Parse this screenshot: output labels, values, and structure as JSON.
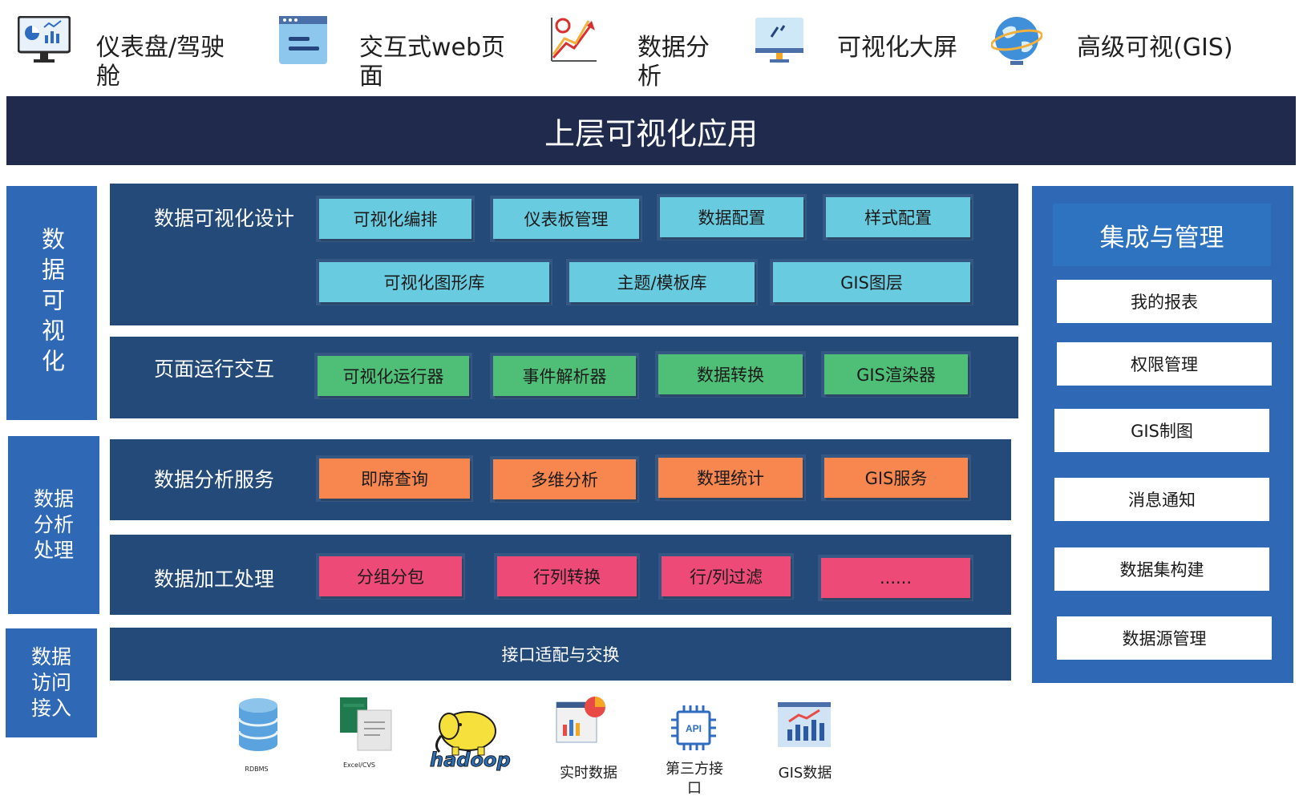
{
  "top_apps": [
    {
      "label": "仪表盘/驾驶舱",
      "icon": "dashboard-monitor-icon"
    },
    {
      "label": "交互式web页面",
      "icon": "web-page-icon"
    },
    {
      "label": "数据分析",
      "icon": "trend-analysis-icon"
    },
    {
      "label": "可视化大屏",
      "icon": "big-screen-icon"
    },
    {
      "label": "高级可视(GIS)",
      "icon": "globe-icon"
    }
  ],
  "banner": "上层可视化应用",
  "side_blocks": {
    "visualization": "数据可视化",
    "analysis": [
      "数据",
      "分析",
      "处理"
    ],
    "access": [
      "数据",
      "访问",
      "接入"
    ]
  },
  "layers": {
    "design": {
      "title": "数据可视化设计",
      "items": [
        "可视化编排",
        "仪表板管理",
        "数据配置",
        "样式配置",
        "可视化图形库",
        "主题/模板库",
        "GIS图层"
      ]
    },
    "runtime": {
      "title": "页面运行交互",
      "items": [
        "可视化运行器",
        "事件解析器",
        "数据转换",
        "GIS渲染器"
      ]
    },
    "analysis": {
      "title": "数据分析服务",
      "items": [
        "即席查询",
        "多维分析",
        "数理统计",
        "GIS服务"
      ]
    },
    "processing": {
      "title": "数据加工处理",
      "items": [
        "分组分包",
        "行列转换",
        "行/列过滤",
        "......"
      ]
    },
    "interface": "接口适配与交换"
  },
  "integration": {
    "title": "集成与管理",
    "items": [
      "我的报表",
      "权限管理",
      "GIS制图",
      "消息通知",
      "数据集构建",
      "数据源管理"
    ]
  },
  "sources": [
    {
      "label": "RDBMS",
      "icon": "database-icon"
    },
    {
      "label": "Excel/CVS",
      "icon": "spreadsheet-icon"
    },
    {
      "label": "hadoop",
      "icon": "hadoop-elephant-icon"
    },
    {
      "label": "实时数据",
      "icon": "realtime-chart-icon"
    },
    {
      "label": "第三方接口",
      "icon": "api-chip-icon"
    },
    {
      "label": "GIS数据",
      "icon": "gis-chart-icon"
    }
  ],
  "colors": {
    "banner": "#1f2a4d",
    "layer": "#234a79",
    "side": "#2f68b4",
    "cyan": "#69cbdf",
    "green": "#4fbf78",
    "orange": "#f7874f",
    "pink": "#ee4a78"
  }
}
